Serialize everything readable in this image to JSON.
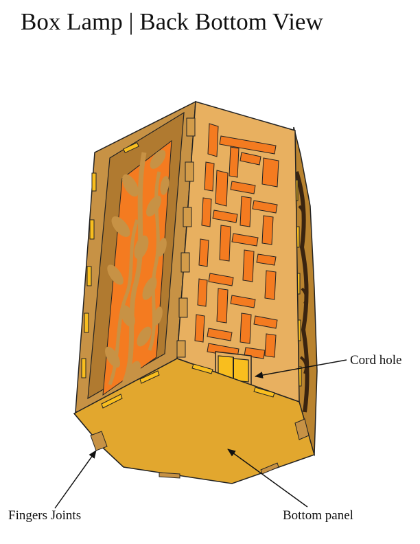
{
  "title": "Box Lamp | Back Bottom View",
  "labels": {
    "cord_hole": "Cord hole",
    "finger_joints": "Fingers Joints",
    "bottom_panel": "Bottom panel"
  },
  "colors": {
    "wood_light": "#E8B060",
    "wood_dark": "#C79245",
    "bottom_panel": "#E2A72E",
    "cutout_orange": "#F47B20",
    "tab_yellow": "#F9BE1E",
    "outline": "#222222"
  }
}
